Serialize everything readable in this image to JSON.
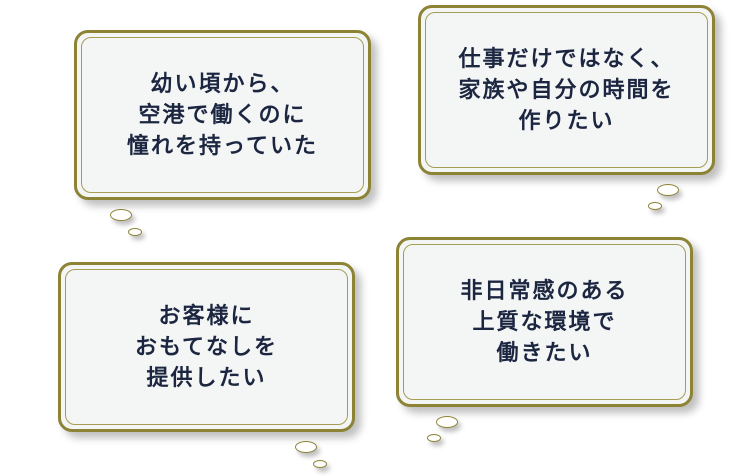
{
  "bubbles": [
    {
      "lines": [
        "幼い頃から、",
        "空港で働くのに",
        "憧れを持っていた"
      ]
    },
    {
      "lines": [
        "仕事だけではなく、",
        "家族や自分の時間を",
        "作りたい"
      ]
    },
    {
      "lines": [
        "お客様に",
        "おもてなしを",
        "提供したい"
      ]
    },
    {
      "lines": [
        "非日常感のある",
        "上質な環境で",
        "働きたい"
      ]
    }
  ]
}
